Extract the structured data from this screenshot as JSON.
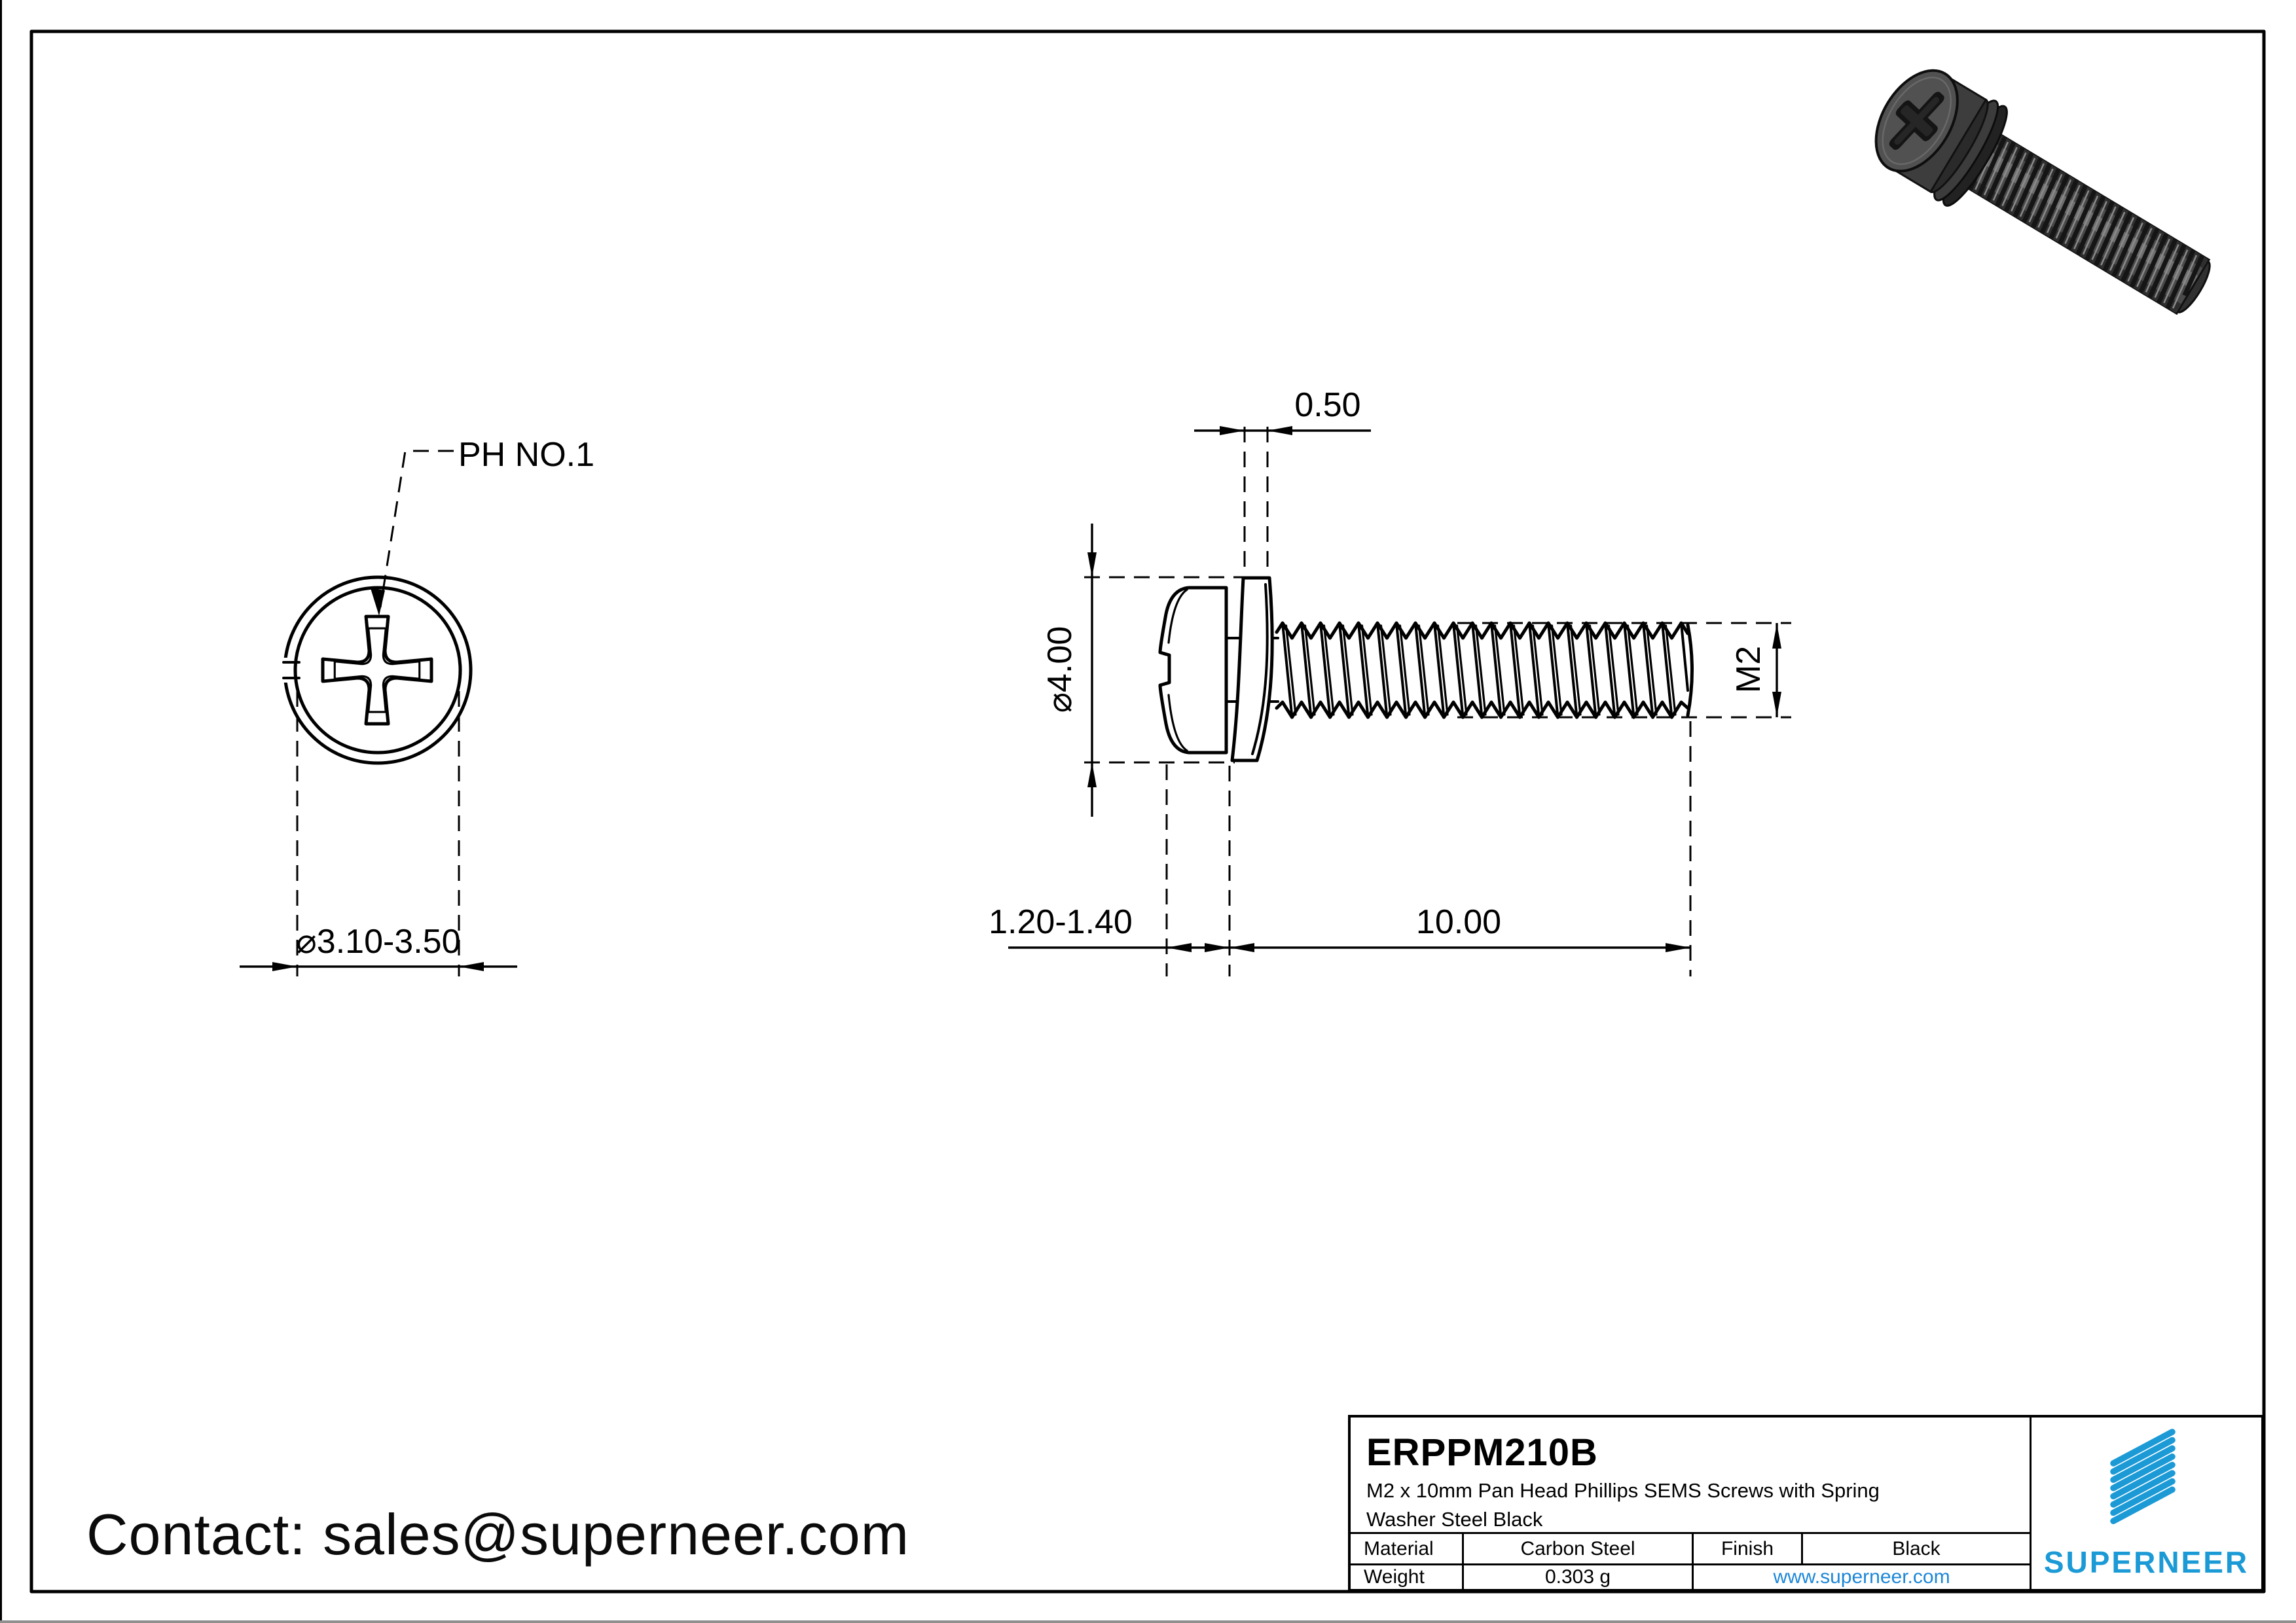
{
  "sheet": {
    "contact": "Contact: sales@superneer.com"
  },
  "drawing": {
    "front_view": {
      "drive_callout": "PH NO.1",
      "head_diameter": "⌀3.10-3.50"
    },
    "side_view": {
      "washer_thickness": "0.50",
      "outer_diameter": "⌀4.00",
      "thread_size": "M2",
      "head_height": "1.20-1.40",
      "thread_length": "10.00"
    }
  },
  "title_block": {
    "part_number": "ERPPM210B",
    "description_line1": "M2 x 10mm Pan Head Phillips SEMS Screws with Spring",
    "description_line2": "Washer Steel Black",
    "material_label": "Material",
    "material_value": "Carbon Steel",
    "finish_label": "Finish",
    "finish_value": "Black",
    "weight_label": "Weight",
    "weight_value": "0.303 g",
    "website": "www.superneer.com",
    "brand": "SUPERNEER"
  },
  "colors": {
    "logo_blue": "#1b9ad6",
    "link_blue": "#1d87d8",
    "line_black": "#000000"
  }
}
